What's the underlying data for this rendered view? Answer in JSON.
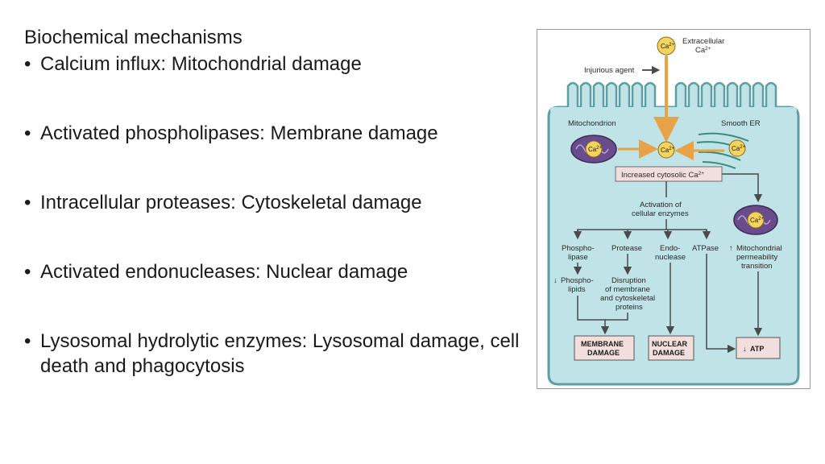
{
  "slide": {
    "heading": "Biochemical mechanisms",
    "bullets": [
      "Calcium influx: Mitochondrial damage",
      "Activated phospholipases: Membrane damage",
      "Intracellular proteases: Cytoskeletal damage",
      "Activated endonucleases: Nuclear damage",
      "Lysosomal hydrolytic enzymes: Lysosomal damage, cell death and phagocytosis"
    ]
  },
  "diagram": {
    "ca_label": "Ca",
    "ca_charge": "2+",
    "extracellular_line1": "Extracellular",
    "extracellular_line2": "Ca",
    "injurious_agent": "Injurious agent",
    "mitochondrion": "Mitochondrion",
    "smooth_er": "Smooth ER",
    "increased_cytosolic": "Increased cytosolic Ca",
    "activation_line1": "Activation of",
    "activation_line2": "cellular enzymes",
    "phospholipase_line1": "Phospho-",
    "phospholipase_line2": "lipase",
    "protease": "Protease",
    "endonuclease_line1": "Endo-",
    "endonuclease_line2": "nuclease",
    "atpase": "ATPase",
    "mito_perm_line1": "Mitochondrial",
    "mito_perm_line2": "permeability",
    "mito_perm_line3": "transition",
    "phospholipids_line1": "Phospho-",
    "phospholipids_line2": "lipids",
    "disruption_line1": "Disruption",
    "disruption_line2": "of membrane",
    "disruption_line3": "and cytoskeletal",
    "disruption_line4": "proteins",
    "membrane_damage_line1": "MEMBRANE",
    "membrane_damage_line2": "DAMAGE",
    "nuclear_damage_line1": "NUCLEAR",
    "nuclear_damage_line2": "DAMAGE",
    "atp": "ATP",
    "colors": {
      "cell_fill": "#bfe3e6",
      "cell_stroke": "#5b9ea3",
      "arrow_orange": "#e8a346",
      "arrow_dark": "#4a4a4a",
      "ca_fill": "#f4d35e",
      "mito_fill": "#6a4b8c",
      "box_fill": "#f3dede",
      "decrease_red": "#d62828",
      "increase_green": "#2a9d3a"
    }
  }
}
